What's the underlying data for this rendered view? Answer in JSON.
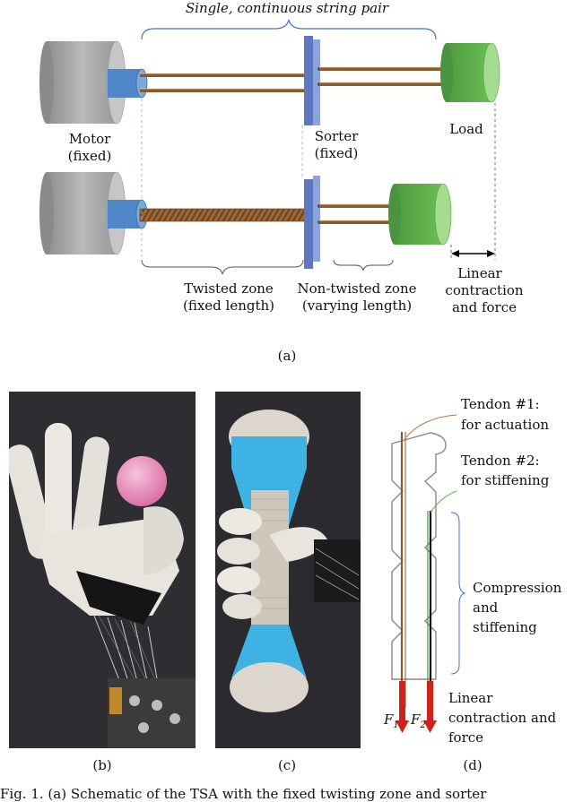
{
  "panel_a": {
    "title": "Single, continuous string pair",
    "motor_label_1": "Motor",
    "motor_label_2": "(fixed)",
    "sorter_label_1": "Sorter",
    "sorter_label_2": "(fixed)",
    "load_label": "Load",
    "twisted_1": "Twisted zone",
    "twisted_2": "(fixed length)",
    "nontwisted_1": "Non-twisted zone",
    "nontwisted_2": "(varying length)",
    "linear_1": "Linear",
    "linear_2": "contraction",
    "linear_3": "and force",
    "sublabel": "(a)"
  },
  "panel_d": {
    "tendon1_1": "Tendon #1:",
    "tendon1_2": "for actuation",
    "tendon2_1": "Tendon #2:",
    "tendon2_2": "for stiffening",
    "comp_1": "Compression",
    "comp_2": "and",
    "comp_3": "stiffening",
    "linear_1": "Linear",
    "linear_2": "contraction and",
    "linear_3": "force",
    "f1": "F",
    "f1_sub": "1",
    "f2": "F",
    "f2_sub": "2"
  },
  "sublabels": {
    "b": "(b)",
    "c": "(c)",
    "d": "(d)"
  },
  "caption": "Fig. 1.   (a) Schematic of the TSA with the fixed twisting zone and sorter",
  "colors": {
    "motor": "#a9a9a9",
    "shaft": "#4f87c8",
    "string": "#8b5a2b",
    "sorter": "#6d86c9",
    "load": "#56a84a",
    "brace": "#4a6fc4",
    "tendon1_callout": "#b4763e",
    "tendon2_callout": "#5fb04a",
    "arrow": "#d0221a"
  }
}
